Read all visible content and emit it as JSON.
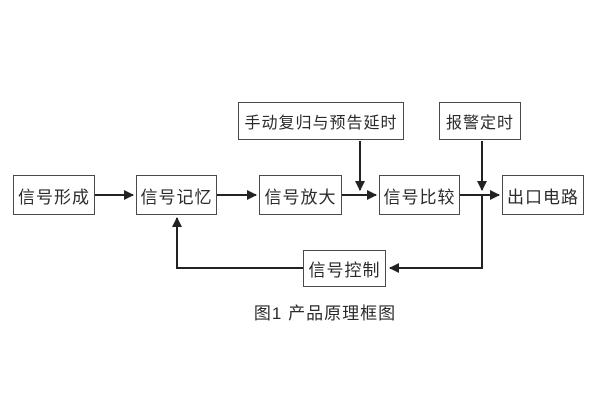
{
  "figure": {
    "caption": "图1 产品原理框图",
    "colors": {
      "background": "#ffffff",
      "box_border": "#4a4a4a",
      "connector_line": "#222222",
      "text": "#2b2b2b"
    },
    "nodes": [
      {
        "id": "signal-formation",
        "label": "信号形成"
      },
      {
        "id": "signal-memory",
        "label": "信号记忆"
      },
      {
        "id": "signal-amplify",
        "label": "信号放大"
      },
      {
        "id": "signal-compare",
        "label": "信号比较"
      },
      {
        "id": "output-circuit",
        "label": "出口电路"
      },
      {
        "id": "manual-reset-delay",
        "label": "手动复归与预告延时"
      },
      {
        "id": "alarm-timing",
        "label": "报警定时"
      },
      {
        "id": "signal-control",
        "label": "信号控制"
      }
    ],
    "edges": [
      {
        "from": "signal-formation",
        "to": "signal-memory",
        "arrow": "right"
      },
      {
        "from": "signal-memory",
        "to": "signal-amplify",
        "arrow": "right"
      },
      {
        "from": "signal-amplify",
        "to": "signal-compare",
        "arrow": "right"
      },
      {
        "from": "signal-compare",
        "to": "output-circuit",
        "arrow": "right"
      },
      {
        "from": "manual-reset-delay",
        "to": "link(signal-amplify,signal-compare)",
        "arrow": "down"
      },
      {
        "from": "alarm-timing",
        "to": "link(signal-compare,output-circuit)",
        "arrow": "down"
      },
      {
        "from": "junction(signal-compare,output-circuit)",
        "to": "signal-control",
        "arrow": "left"
      },
      {
        "from": "signal-control",
        "to": "signal-memory",
        "arrow": "up"
      }
    ]
  }
}
